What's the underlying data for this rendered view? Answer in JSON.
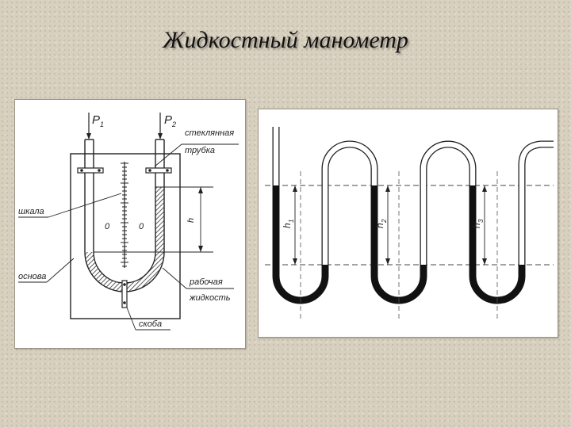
{
  "slide": {
    "title": "Жидкостный манометр"
  },
  "left_diagram": {
    "p1_label": "P",
    "p1_sub": "1",
    "p2_label": "P",
    "p2_sub": "2",
    "tube_label_line1": "стеклянная",
    "tube_label_line2": "трубка",
    "scale_label": "шкала",
    "base_label": "основа",
    "fluid_label_line1": "рабочая",
    "fluid_label_line2": "жидкость",
    "bracket_label": "скоба",
    "zero_left": "0",
    "zero_right": "0",
    "height_label": "h"
  },
  "right_diagram": {
    "h_labels": [
      {
        "main": "h",
        "sub": "1"
      },
      {
        "main": "h",
        "sub": "2"
      },
      {
        "main": "h",
        "sub": "3"
      }
    ]
  }
}
